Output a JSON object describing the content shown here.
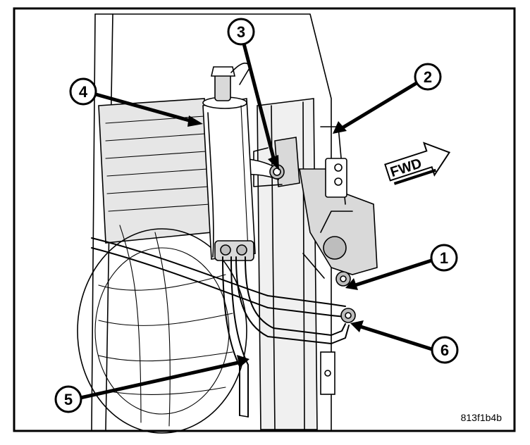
{
  "figure": {
    "code": "813f1b4b",
    "direction_label": "FWD"
  },
  "callouts": [
    {
      "id": "1",
      "label": "1"
    },
    {
      "id": "2",
      "label": "2"
    },
    {
      "id": "3",
      "label": "3"
    },
    {
      "id": "4",
      "label": "4"
    },
    {
      "id": "5",
      "label": "5"
    },
    {
      "id": "6",
      "label": "6"
    }
  ]
}
